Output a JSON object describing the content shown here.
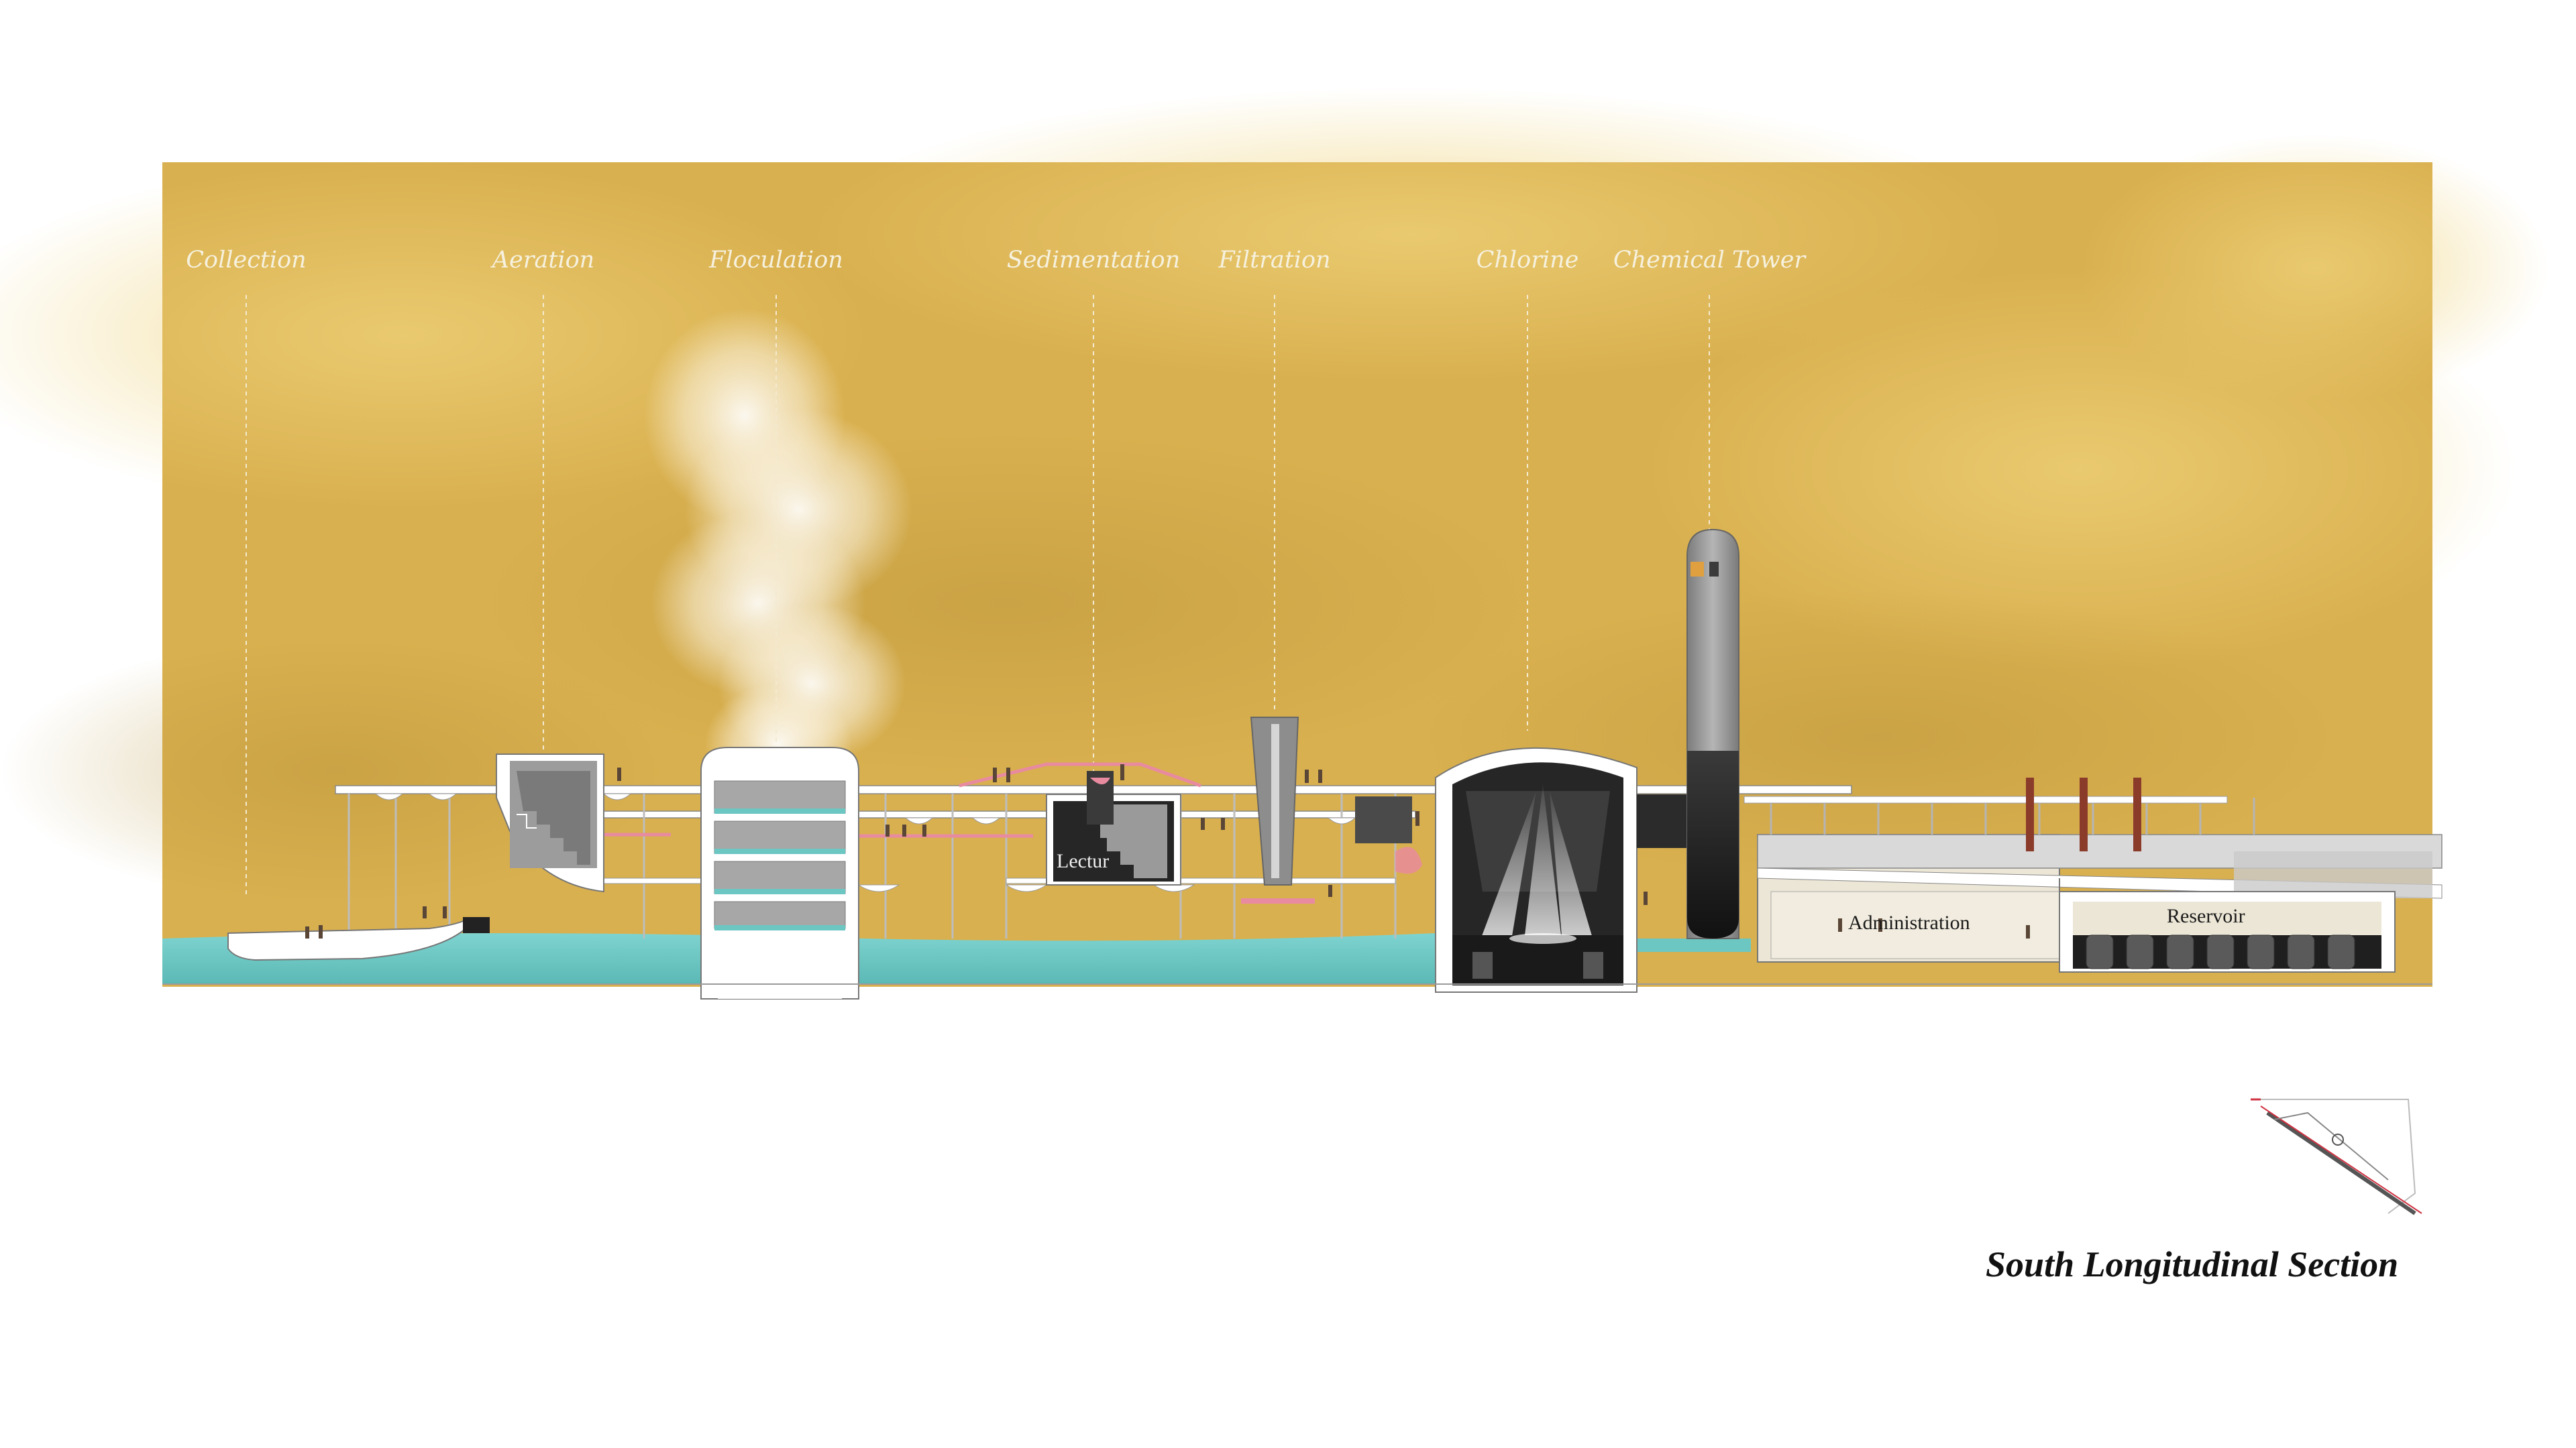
{
  "title": "South Longitudinal Section",
  "stages": [
    {
      "id": "collection",
      "label": "Collection"
    },
    {
      "id": "aeration",
      "label": "Aeration"
    },
    {
      "id": "floculation",
      "label": "Floculation"
    },
    {
      "id": "sedimentation",
      "label": "Sedimentation"
    },
    {
      "id": "filtration",
      "label": "Filtration"
    },
    {
      "id": "chlorine",
      "label": "Chlorine"
    },
    {
      "id": "chemical-tower",
      "label": "Chemical Tower"
    }
  ],
  "rooms": {
    "lecture": "Lectur",
    "administration": "Administration",
    "reservoir": "Reservoir"
  },
  "colors": {
    "sky": "#d9b04f",
    "sky_light": "#e6c367",
    "water": "#6cc7c3",
    "structure": "#ffffff",
    "concrete": "#8f8f8f",
    "dark_interior": "#262626",
    "accent_pink": "#e88aa0",
    "accent_rust": "#8b3b2a"
  }
}
